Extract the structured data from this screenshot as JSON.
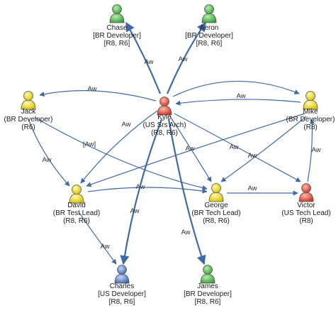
{
  "colors": {
    "green": "#4bb24b",
    "yellow": "#f2e21a",
    "red": "#e24a3c",
    "blue": "#5b7fc7",
    "edge": "#3f6aa6"
  },
  "nodes": [
    {
      "id": "chase",
      "lines": [
        "Chase",
        "[BR Developer]",
        "[R8, R6]"
      ],
      "color": "green",
      "icon": "person-icon"
    },
    {
      "id": "aeron",
      "lines": [
        "Aeron",
        "[BR Developer]",
        "[R8, R6]"
      ],
      "color": "green",
      "icon": "person-icon"
    },
    {
      "id": "jack",
      "lines": [
        "Jack",
        "(BR Developer)",
        "(R6)"
      ],
      "color": "yellow",
      "icon": "person-icon"
    },
    {
      "id": "kyle",
      "lines": [
        "Kyle",
        "(US Srs Arch)",
        "(R8, R6)"
      ],
      "color": "red",
      "icon": "person-icon"
    },
    {
      "id": "mike",
      "lines": [
        "Mike",
        "(BR Developer)",
        "(R8)"
      ],
      "color": "yellow",
      "icon": "person-icon"
    },
    {
      "id": "david",
      "lines": [
        "David",
        "(BR Test Lead)",
        "(R8, R6)"
      ],
      "color": "yellow",
      "icon": "person-icon"
    },
    {
      "id": "george",
      "lines": [
        "George",
        "(BR Tech Lead)",
        "(R8, R6)"
      ],
      "color": "yellow",
      "icon": "person-icon"
    },
    {
      "id": "victor",
      "lines": [
        "Victor",
        "(US Tech Lead)",
        "(R8)"
      ],
      "color": "red",
      "icon": "person-icon"
    },
    {
      "id": "charles",
      "lines": [
        "Charles",
        "[US Developer]",
        "[R8, R6]"
      ],
      "color": "blue",
      "icon": "person-icon"
    },
    {
      "id": "james",
      "lines": [
        "James",
        "[BR Developer]",
        "[R8, R6]"
      ],
      "color": "green",
      "icon": "person-icon"
    }
  ],
  "edges": [
    {
      "from": "kyle",
      "to": "chase",
      "label": "Aw",
      "thick": true
    },
    {
      "from": "kyle",
      "to": "aeron",
      "label": "Aw",
      "thick": true
    },
    {
      "from": "kyle",
      "to": "jack",
      "label": "Aw",
      "thick": false
    },
    {
      "from": "mike",
      "to": "kyle",
      "label": "Aw",
      "thick": false
    },
    {
      "from": "kyle",
      "to": "victor",
      "label": "",
      "thick": false
    },
    {
      "from": "kyle",
      "to": "david",
      "label": "Aw",
      "thick": false
    },
    {
      "from": "jack",
      "to": "david",
      "label": "Aw",
      "thick": false
    },
    {
      "from": "jack",
      "to": "george",
      "label": "[Aw]",
      "thick": false
    },
    {
      "from": "mike",
      "to": "david",
      "label": "",
      "thick": false
    },
    {
      "from": "kyle",
      "to": "george",
      "label": "Aw",
      "thick": false
    },
    {
      "from": "kyle",
      "to": "victor",
      "label": "Aw",
      "thick": false
    },
    {
      "from": "mike",
      "to": "george",
      "label": "Aw",
      "thick": false
    },
    {
      "from": "victor",
      "to": "mike",
      "label": "Aw",
      "thick": false
    },
    {
      "from": "david",
      "to": "george",
      "label": "Aw",
      "thick": false
    },
    {
      "from": "george",
      "to": "victor",
      "label": "Aw",
      "thick": false
    },
    {
      "from": "david",
      "to": "charles",
      "label": "Aw",
      "thick": false
    },
    {
      "from": "kyle",
      "to": "charles",
      "label": "Aw",
      "thick": true
    },
    {
      "from": "kyle",
      "to": "james",
      "label": "Aw",
      "thick": true
    }
  ]
}
